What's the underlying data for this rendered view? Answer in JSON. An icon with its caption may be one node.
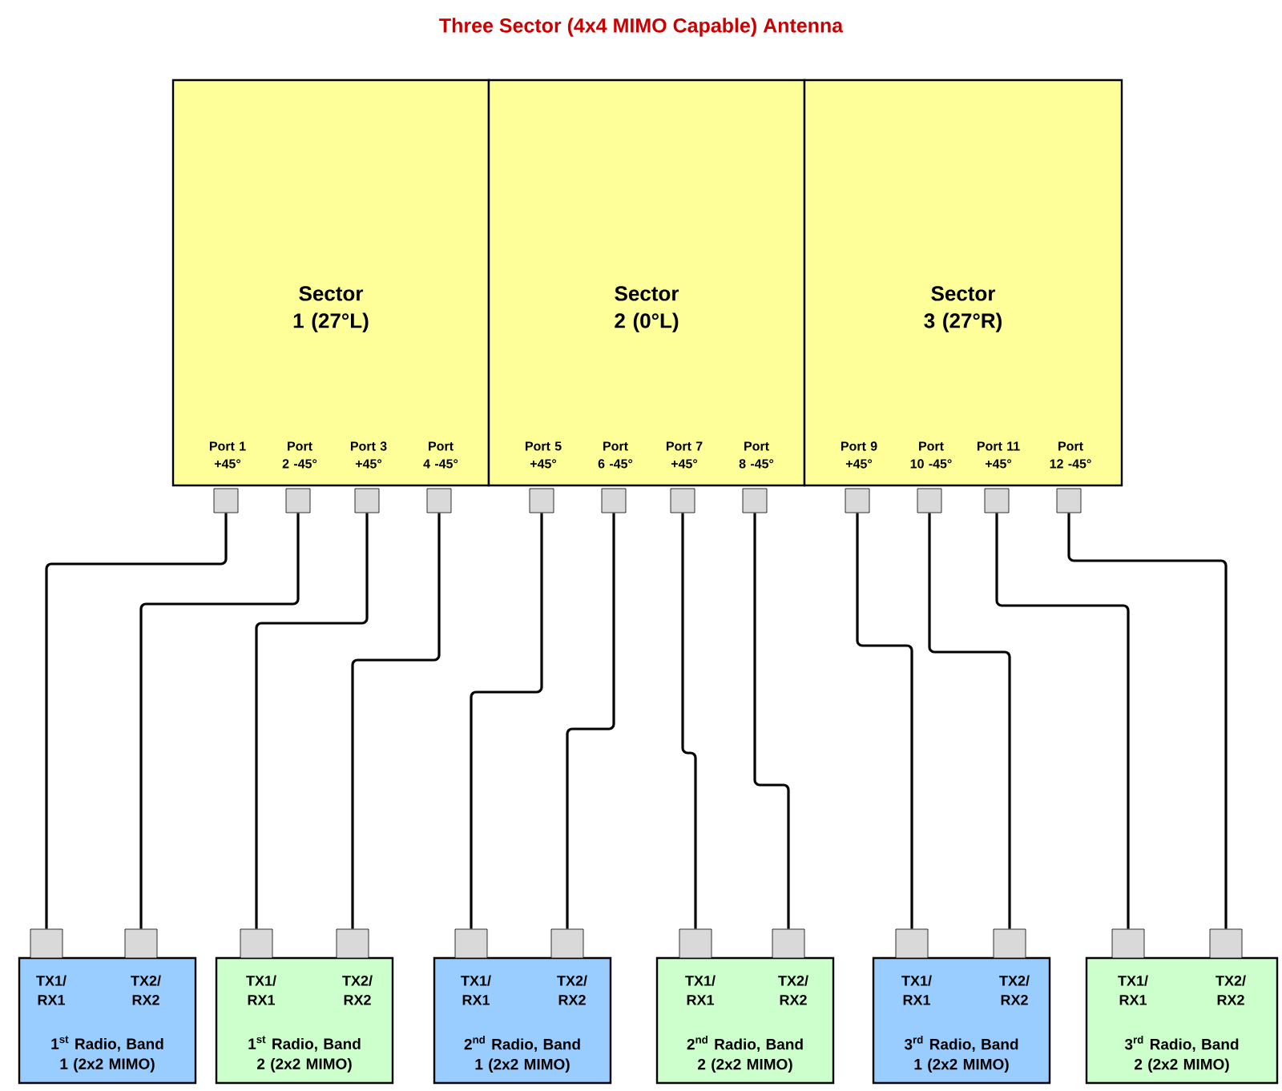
{
  "diagram": {
    "title": "Three Sector (4x4 MIMO Capable) Antenna",
    "nodes": [
      {
        "text": [
          "Sector 1 (27°L)",
          "Port 1 +45°",
          "Port 2 -45°",
          "Port 3 +45°",
          "Port 4 -45°"
        ]
      },
      {
        "text": [
          "Sector 2 (0°L)",
          "Port 5 +45°",
          "Port 6 -45°",
          "Port 7 +45°",
          "Port 8 -45°"
        ]
      },
      {
        "text": [
          "Sector 3 (27°R)",
          "Port 9 +45°",
          "Port 10 -45°",
          "Port 11 +45°",
          "Port 12 -45°"
        ]
      },
      {
        "text": [],
        "shape": "box"
      },
      {
        "text": [],
        "shape": "box"
      },
      {
        "text": [],
        "shape": "box"
      },
      {
        "text": [],
        "shape": "box"
      },
      {
        "text": [],
        "shape": "box"
      },
      {
        "text": [],
        "shape": "box"
      },
      {
        "text": [],
        "shape": "box"
      },
      {
        "text": [],
        "shape": "box"
      },
      {
        "text": [],
        "shape": "box"
      },
      {
        "text": [],
        "shape": "box"
      },
      {
        "text": [],
        "shape": "box"
      },
      {
        "text": [],
        "shape": "box"
      },
      {
        "text": [
          "TX1/ RX1",
          "TX2/ RX2",
          "1$^{st}$ Radio, Band 1 (2x2 MIMO)"
        ]
      },
      {
        "text": [
          "TX1/ RX1",
          "TX2/ RX2",
          "1$^{st}$ Radio, Band 2 (2x2 MIMO)"
        ]
      },
      {
        "text": [
          "TX1/ RX1",
          "TX2/ RX2",
          "2$^{nd}$ Radio, Band 1 (2x2 MIMO)"
        ]
      },
      {
        "text": [
          "TX1/ RX1",
          "TX2/ RX2",
          "2$^{nd}$ Radio, Band 2 (2x2 MIMO)"
        ]
      },
      {
        "text": [
          "TX1/ RX1",
          "TX2/ RX2",
          "3$^{rd}$ Radio, Band 1 (2x2 MIMO)"
        ]
      },
      {
        "text": [
          "TX1/ RX1",
          "TX2/ RX2",
          "3$^{rd}$ Radio, Band 2 (2x2 MIMO)"
        ]
      },
      {
        "text": [],
        "shape": "box"
      },
      {
        "text": [],
        "shape": "box"
      },
      {
        "text": [],
        "shape": "box"
      },
      {
        "text": [],
        "shape": "box"
      },
      {
        "text": [],
        "shape": "box"
      },
      {
        "text": [],
        "shape": "box"
      },
      {
        "text": [],
        "shape": "box"
      },
      {
        "text": [],
        "shape": "box"
      },
      {
        "text": [],
        "shape": "box"
      },
      {
        "text": [],
        "shape": "box"
      },
      {
        "text": [],
        "shape": "box"
      },
      {
        "text": [],
        "shape": "box"
      }
    ],
    "edges": [
      {
        "from": 3,
        "to": 21,
        "arrow": "none"
      },
      {
        "from": 4,
        "to": 22,
        "arrow": "none"
      },
      {
        "from": 5,
        "to": 23,
        "arrow": "none"
      },
      {
        "from": 6,
        "to": 24,
        "arrow": "none"
      },
      {
        "from": 7,
        "to": 25,
        "arrow": "none"
      },
      {
        "from": 8,
        "to": 26,
        "arrow": "none"
      },
      {
        "from": 9,
        "to": 27,
        "arrow": "none"
      },
      {
        "from": 10,
        "to": 28,
        "arrow": "none"
      },
      {
        "from": 11,
        "to": 29,
        "arrow": "none"
      },
      {
        "from": 12,
        "to": 30,
        "arrow": "none"
      },
      {
        "from": 13,
        "to": 31,
        "arrow": "none"
      },
      {
        "from": 14,
        "to": 32,
        "arrow": "none"
      }
    ]
  }
}
